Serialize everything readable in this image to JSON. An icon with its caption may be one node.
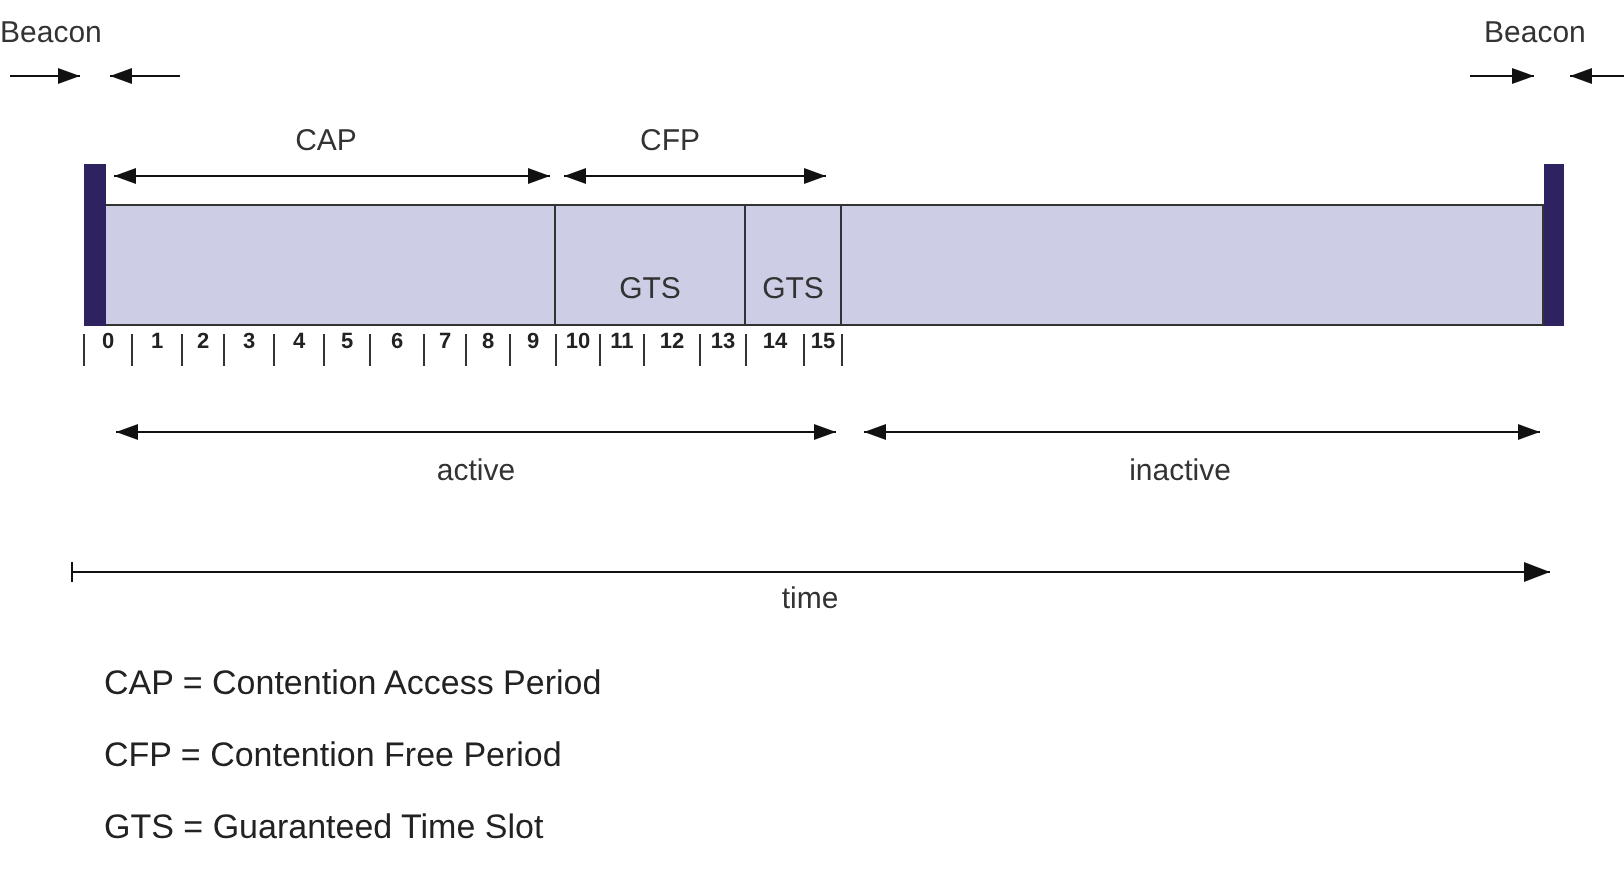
{
  "diagram": {
    "nodes": [
      {
        "text": [],
        "shape": "bar"
      },
      {
        "text": [],
        "shape": "box"
      },
      {
        "text": [
          "GTS"
        ]
      },
      {
        "text": [
          "GTS"
        ]
      },
      {
        "text": [],
        "shape": "box"
      },
      {
        "text": [],
        "shape": "bar"
      }
    ],
    "labels": [
      "Beacon",
      "Beacon",
      "CAP",
      "CFP",
      "0",
      "1",
      "2",
      "3",
      "4",
      "5",
      "6",
      "7",
      "8",
      "9",
      "10",
      "11",
      "12",
      "13",
      "14",
      "15",
      "active",
      "inactive",
      "time",
      "CAP = Contention Access Period",
      "CFP = Contention Free Period",
      "GTS = Guaranteed Time Slot"
    ]
  }
}
